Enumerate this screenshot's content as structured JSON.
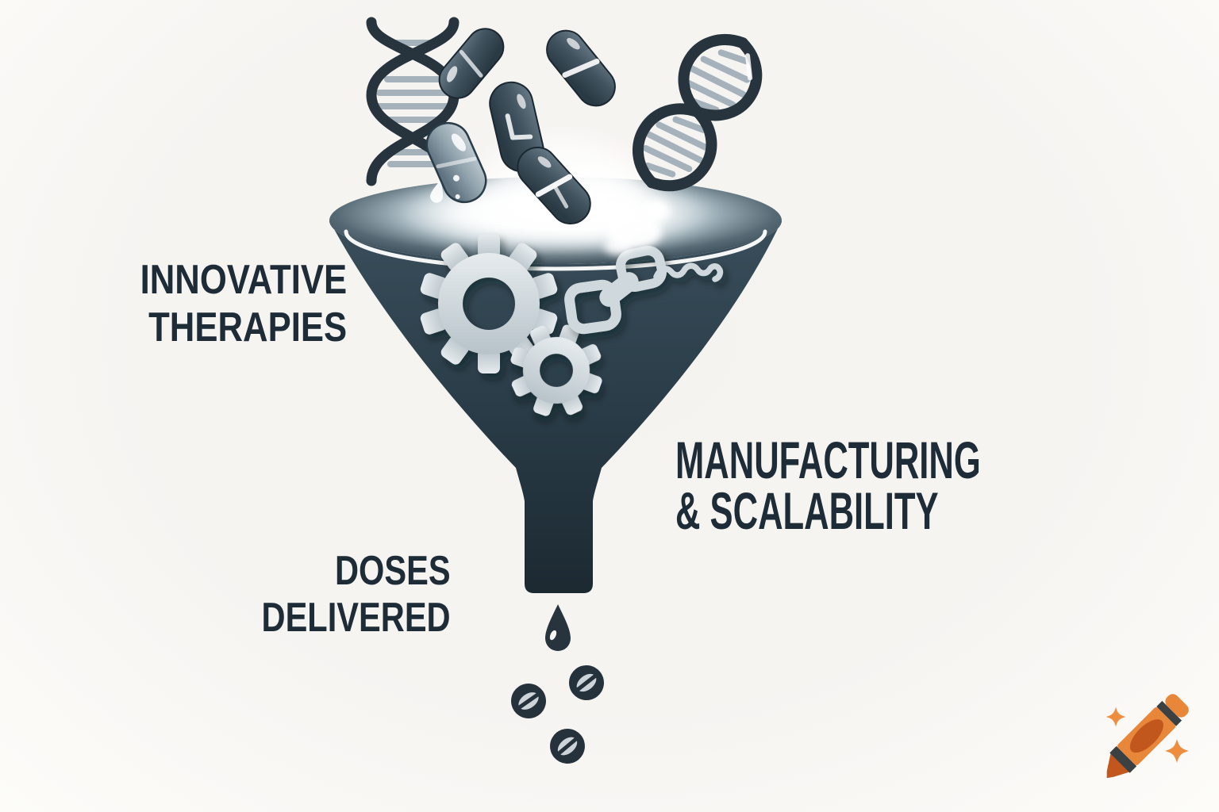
{
  "labels": {
    "innovative_therapies": {
      "line1": "INNOVATIVE",
      "line2": "THERAPIES"
    },
    "manufacturing_scalability": {
      "line1": "MANUFACTURING",
      "line2": "& SCALABILITY"
    },
    "doses_delivered": {
      "line1": "DOSES",
      "line2": "DELIVERED"
    }
  },
  "colors": {
    "background": "#f6f4f1",
    "label_text": "#1e2c37",
    "ink": "#27343e",
    "funnel_top": "#3a4e5b",
    "funnel_bottom": "#1c2931",
    "rim_highlight": "#ffffff",
    "metal_light": "#cfd8dd",
    "metal_mid": "#a6b2bb",
    "capsule_dark": "#41545f",
    "capsule_light": "#9fb0ba",
    "tablet_face": "#cdd4d9",
    "crayon_orange": "#e8873a",
    "crayon_dark_orange": "#c2571e",
    "crayon_band": "#3b4043",
    "sparkle_orange": "#ee8d3e"
  },
  "icons": {
    "dna_helix_left": "dna-double-helix-outline",
    "dna_helix_right": "dna-double-helix-tilted",
    "capsules": "pill-capsule x5 falling into funnel",
    "funnel": "funnel-with-glowing-mouth",
    "gear_large": "gear-10-teeth",
    "gear_small": "gear-8-teeth",
    "chain": "chain-links-3",
    "molecule_squiggle": "wavy-polymer-line",
    "droplet": "liquid-drop",
    "tablets": "scored-round-tablet x3",
    "crayon_watermark": "orange-crayon-with-two-sparkles"
  }
}
